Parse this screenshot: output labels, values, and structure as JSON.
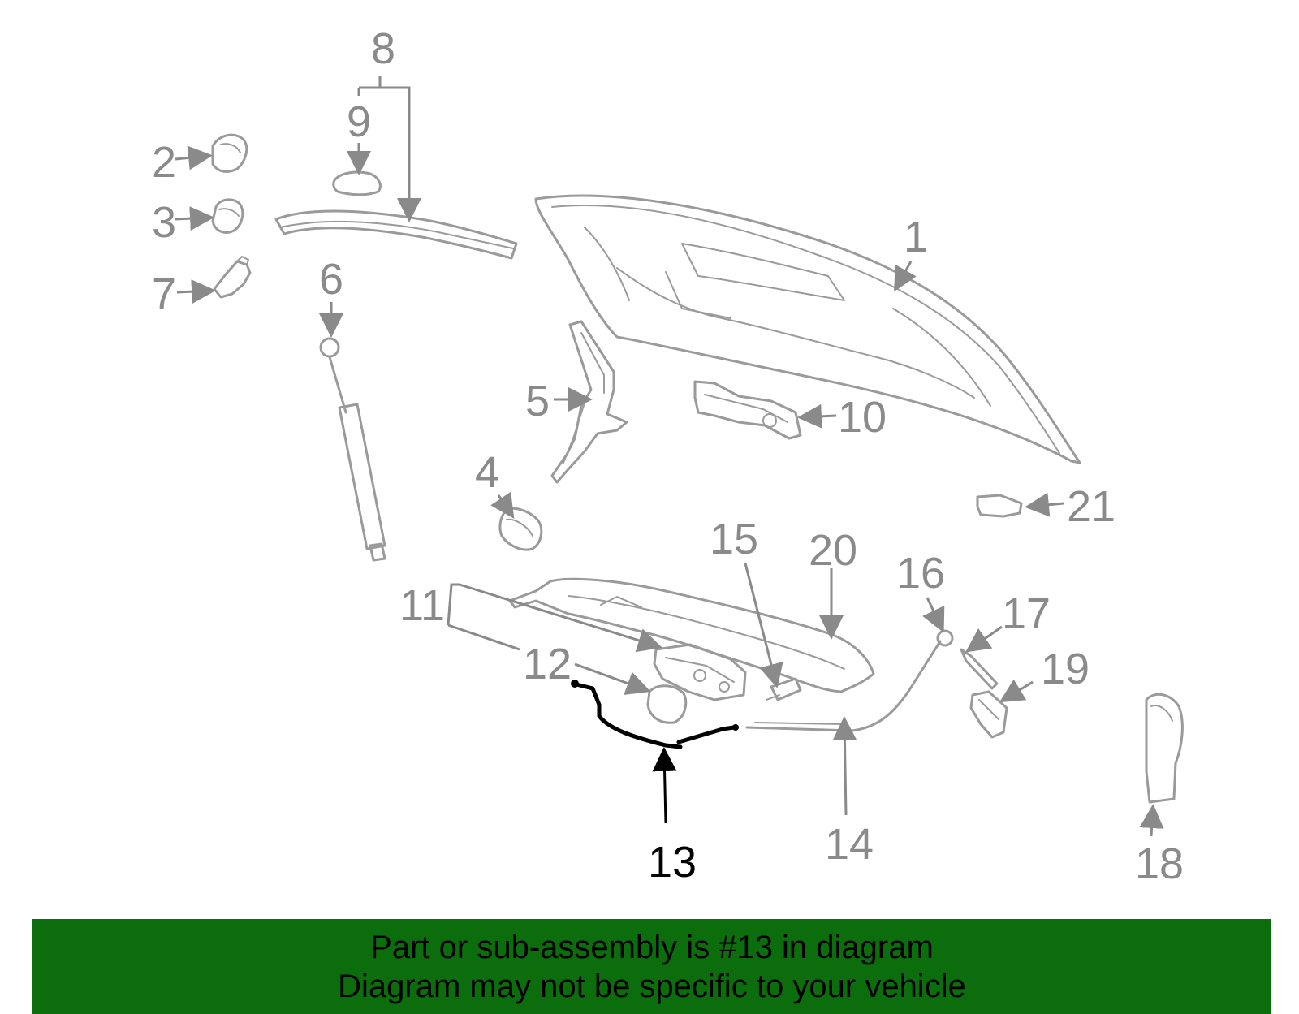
{
  "diagram": {
    "callouts": [
      "1",
      "2",
      "3",
      "4",
      "5",
      "6",
      "7",
      "8",
      "9",
      "10",
      "11",
      "12",
      "13",
      "14",
      "15",
      "16",
      "17",
      "18",
      "19",
      "20",
      "21"
    ],
    "highlighted_part": "13",
    "colors": {
      "part_stroke": "#9a9a9a",
      "label": "#8a8a8a",
      "highlight": "#000000"
    }
  },
  "banner": {
    "line1": "Part or sub-assembly is #13 in diagram",
    "line2": "Diagram may not be specific to your vehicle",
    "background": "#0b6d0b"
  }
}
